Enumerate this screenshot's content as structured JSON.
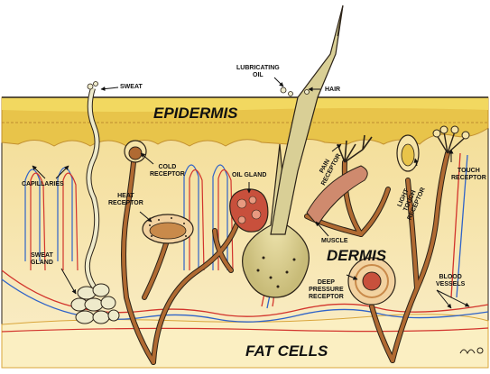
{
  "layers": {
    "epidermis": "EPIDERMIS",
    "dermis": "DERMIS",
    "fat_cells": "FAT CELLS"
  },
  "labels": {
    "sweat": "SWEAT",
    "lubricating_oil": "LUBRICATING\nOIL",
    "hair": "HAIR",
    "cold_receptor": "COLD\nRECEPTOR",
    "heat_receptor": "HEAT\nRECEPTOR",
    "oil_gland": "OIL GLAND",
    "capillaries": "CAPILLARIES",
    "pain_receptor": "PAIN\nRECEPTOR",
    "light_touch_receptor": "LIGHT\nTOUCH\nRECEPTOR",
    "touch_receptor": "TOUCH\nRECEPTOR",
    "muscle": "MUSCLE",
    "sweat_gland": "SWEAT\nGLAND",
    "deep_pressure_receptor": "DEEP\nPRESSURE\nRECEPTOR",
    "blood_vessels": "BLOOD\nVESSELS"
  },
  "colors": {
    "epidermis_top": "#f2d860",
    "epidermis_band": "#e8c44a",
    "dermis": "#f6e4a8",
    "fat": "#fbefc2",
    "hair": "#d9cf96",
    "nerve": "#b06a32",
    "artery": "#d2342c",
    "vein": "#2f63c8",
    "gland": "#eeeacb",
    "outline": "#2b2217"
  }
}
